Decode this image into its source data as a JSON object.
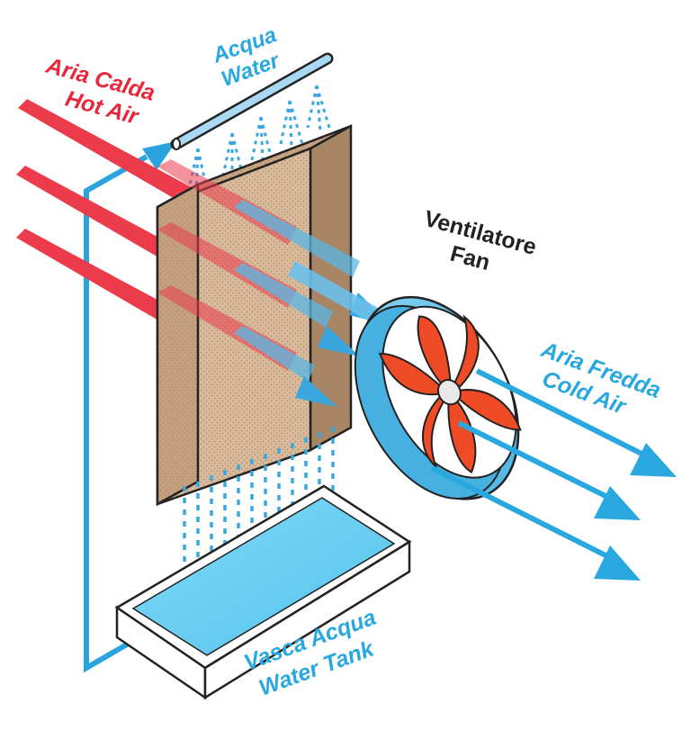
{
  "labels": {
    "hot_air_it": "Aria Calda",
    "hot_air_en": "Hot Air",
    "water_it": "Acqua",
    "water_en": "Water",
    "fan_it": "Ventilatore",
    "fan_en": "Fan",
    "cold_air_it": "Aria Fredda",
    "cold_air_en": "Cold Air",
    "tank_it": "Vasca Acqua",
    "tank_en": "Water Tank"
  },
  "colors": {
    "hot_air": "#ec3b4b",
    "cold_air": "#29a8e0",
    "water_blue": "#2a9fdc",
    "pad_front": "#d8b99a",
    "pad_side": "#a88565",
    "fan_blade": "#ef4b27",
    "tank_water": "#6fd3f5",
    "label_blue": "#29a8e0",
    "label_red": "#e8273a",
    "label_black": "#222222"
  },
  "icons": {
    "fan": "fan-icon",
    "pipe": "pipe-icon",
    "pad": "evaporative-pad-icon",
    "tank": "water-tank-icon"
  }
}
